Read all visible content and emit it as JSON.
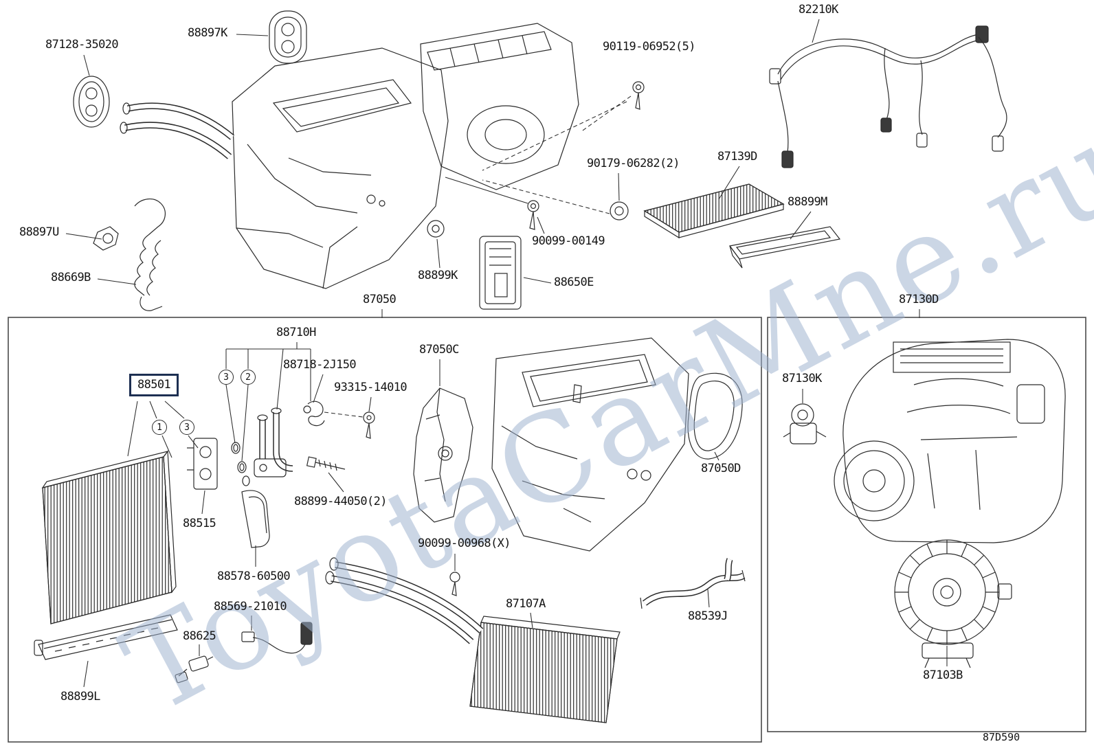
{
  "watermark": "ToyotaCarMne.ru",
  "footer_code": "87D590",
  "highlight_color": "#1d2f52",
  "labels": [
    "87128-35020",
    "88897K",
    "90119-06952(5)",
    "82210K",
    "88897U",
    "88669B",
    "90179-06282(2)",
    "87139D",
    "88899M",
    "90099-00149",
    "88899K",
    "88650E",
    "87050",
    "87130D",
    "88710H",
    "88718-2J150",
    "93315-14010",
    "87050C",
    "88501",
    "88515",
    "88899-44050(2)",
    "87050D",
    "87130K",
    "88578-60500",
    "90099-00968(X)",
    "88569-21010",
    "88625",
    "87107A",
    "88539J",
    "88899L",
    "87103B"
  ],
  "callouts": [
    "3",
    "2",
    "1",
    "3"
  ]
}
